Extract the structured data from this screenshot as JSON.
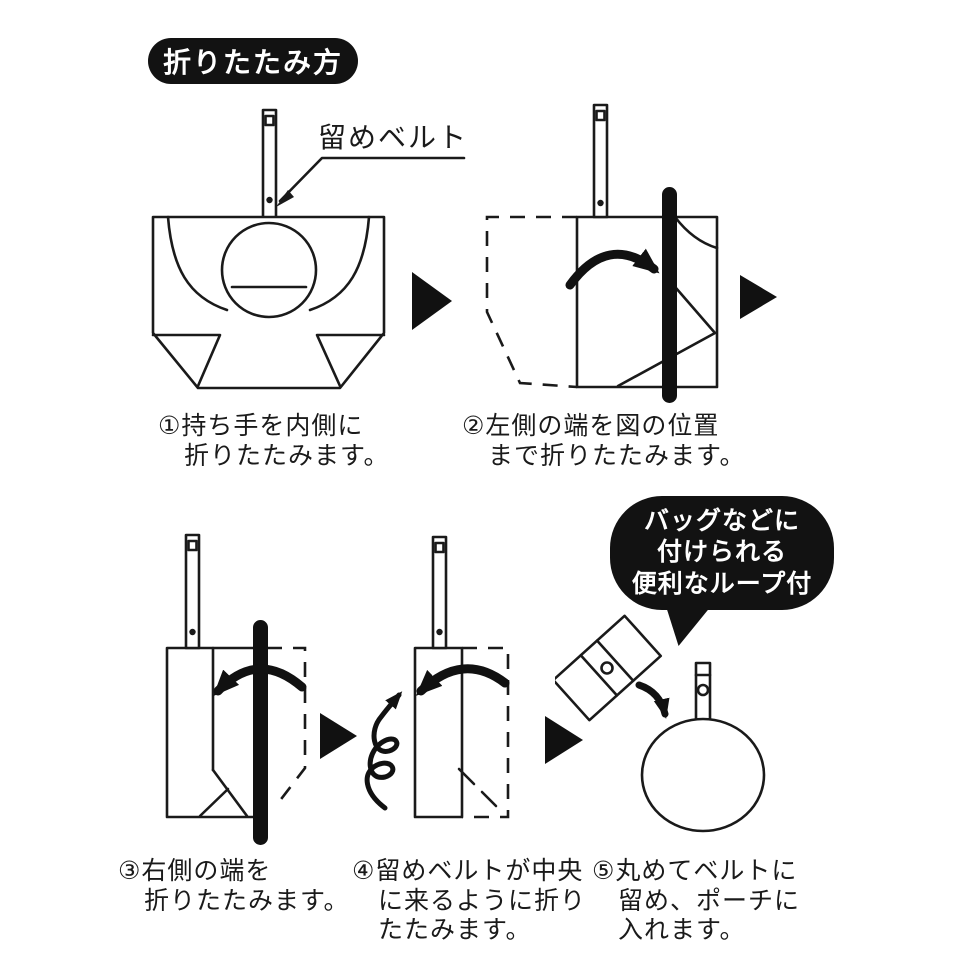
{
  "title": "折りたたみ方",
  "belt_label": "留めベルト",
  "callout": {
    "line1": "バッグなどに",
    "line2": "付けられる",
    "line3": "便利なループ付"
  },
  "steps": {
    "s1": {
      "line1": "①持ち手を内側に",
      "line2": "折りたたみます。"
    },
    "s2": {
      "line1": "②左側の端を図の位置",
      "line2": "まで折りたたみます。"
    },
    "s3": {
      "line1": "③右側の端を",
      "line2": "折りたたみます。"
    },
    "s4": {
      "line1": "④留めベルトが中央",
      "line2": "に来るように折り",
      "line3": "たたみます。"
    },
    "s5": {
      "line1": "⑤丸めてベルトに",
      "line2": "留め、ポーチに",
      "line3": "入れます。"
    }
  },
  "colors": {
    "ink": "#1a1a1a",
    "accent_black": "#121212",
    "background": "#ffffff"
  }
}
